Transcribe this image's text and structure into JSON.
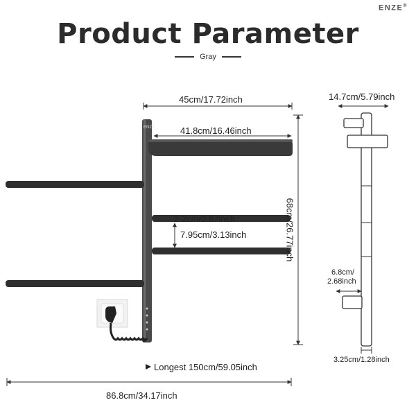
{
  "brand": "ENZE",
  "brand_mark": "®",
  "title": "Product Parameter",
  "subtitle": "Gray",
  "dimensions": {
    "width_top": "45cm/17.72inch",
    "shelf_width": "41.8cm/16.46inch",
    "bar_diameter": "2.2cm/0.87inch",
    "bar_spacing": "7.95cm/3.13inch",
    "height": "68cm/26.77inch",
    "cable": "Longest 150cm/59.05inch",
    "total_width": "86.8cm/34.17inch",
    "depth": "14.7cm/5.79inch",
    "side_bracket_line1": "6.8cm/",
    "side_bracket_line2": "2.68inch",
    "pole_width": "3.25cm/1.28inch"
  },
  "colors": {
    "rack": "#3c3c3c",
    "line": "#333333"
  }
}
